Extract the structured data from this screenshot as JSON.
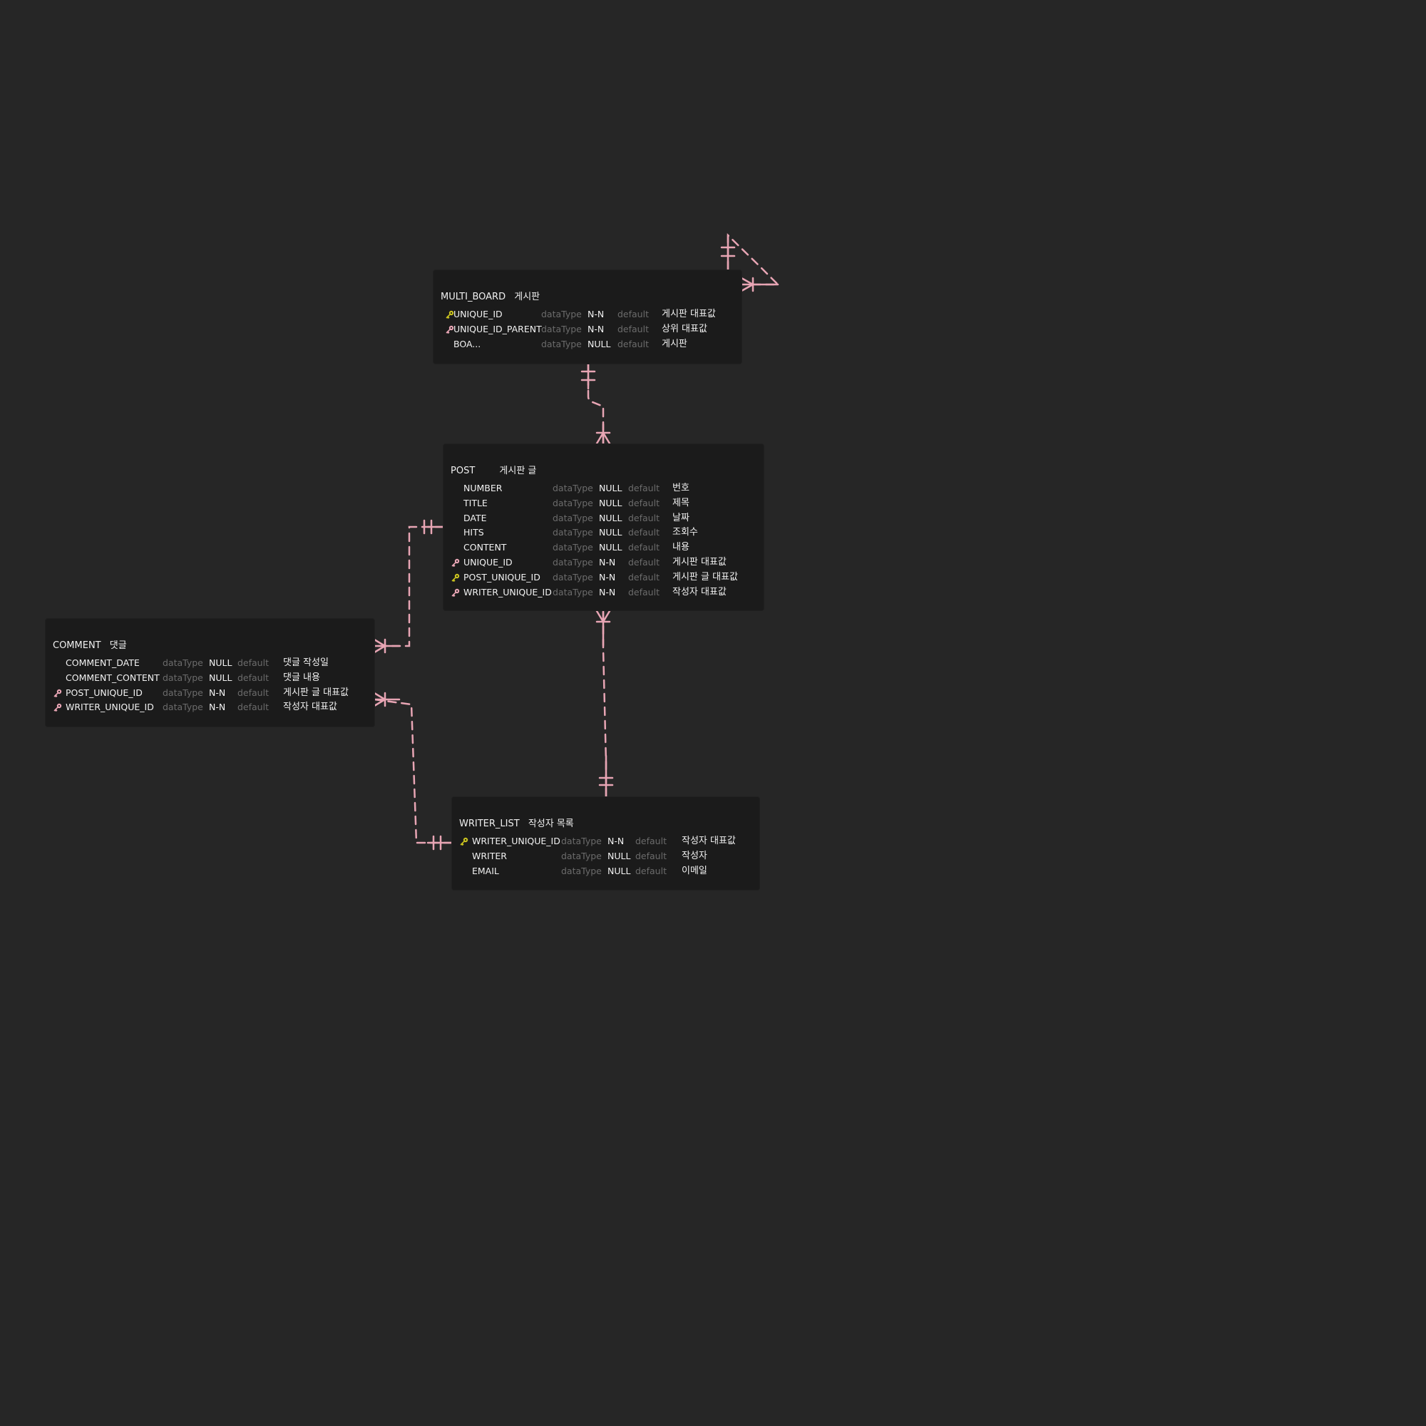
{
  "colors": {
    "background": "#262626",
    "table_bg": "#1b1b1b",
    "relation": "#e8a5b4",
    "pk_key": "#c9c21f",
    "fk_key": "#e8a5b4"
  },
  "tables": {
    "multi_board": {
      "name": "MULTI_BOARD",
      "comment": "게시판",
      "columns": [
        {
          "key": "pk",
          "name": "UNIQUE_ID",
          "type": "dataType",
          "nullable": "N-N",
          "default": "default",
          "comment": "게시판 대표값"
        },
        {
          "key": "fk",
          "name": "UNIQUE_ID_PARENT",
          "type": "dataType",
          "nullable": "N-N",
          "default": "default",
          "comment": "상위 대표값"
        },
        {
          "key": "",
          "name": "BOA...",
          "type": "dataType",
          "nullable": "NULL",
          "default": "default",
          "comment": "게시판"
        }
      ]
    },
    "post": {
      "name": "POST",
      "comment": "게시판 글",
      "columns": [
        {
          "key": "",
          "name": "NUMBER",
          "type": "dataType",
          "nullable": "NULL",
          "default": "default",
          "comment": "번호"
        },
        {
          "key": "",
          "name": "TITLE",
          "type": "dataType",
          "nullable": "NULL",
          "default": "default",
          "comment": "제목"
        },
        {
          "key": "",
          "name": "DATE",
          "type": "dataType",
          "nullable": "NULL",
          "default": "default",
          "comment": "날짜"
        },
        {
          "key": "",
          "name": "HITS",
          "type": "dataType",
          "nullable": "NULL",
          "default": "default",
          "comment": "조회수"
        },
        {
          "key": "",
          "name": "CONTENT",
          "type": "dataType",
          "nullable": "NULL",
          "default": "default",
          "comment": "내용"
        },
        {
          "key": "fk",
          "name": "UNIQUE_ID",
          "type": "dataType",
          "nullable": "N-N",
          "default": "default",
          "comment": "게시판 대표값"
        },
        {
          "key": "pk",
          "name": "POST_UNIQUE_ID",
          "type": "dataType",
          "nullable": "N-N",
          "default": "default",
          "comment": "게시판 글 대표값"
        },
        {
          "key": "fk",
          "name": "WRITER_UNIQUE_ID",
          "type": "dataType",
          "nullable": "N-N",
          "default": "default",
          "comment": "작성자 대표값"
        }
      ]
    },
    "comment": {
      "name": "COMMENT",
      "comment": "댓글",
      "columns": [
        {
          "key": "",
          "name": "COMMENT_DATE",
          "type": "dataType",
          "nullable": "NULL",
          "default": "default",
          "comment": "댓글 작성일"
        },
        {
          "key": "",
          "name": "COMMENT_CONTENT",
          "type": "dataType",
          "nullable": "NULL",
          "default": "default",
          "comment": "댓글 내용"
        },
        {
          "key": "fk",
          "name": "POST_UNIQUE_ID",
          "type": "dataType",
          "nullable": "N-N",
          "default": "default",
          "comment": "게시판 글 대표값"
        },
        {
          "key": "fk",
          "name": "WRITER_UNIQUE_ID",
          "type": "dataType",
          "nullable": "N-N",
          "default": "default",
          "comment": "작성자 대표값"
        }
      ]
    },
    "writer_list": {
      "name": "WRITER_LIST",
      "comment": "작성자 목록",
      "columns": [
        {
          "key": "pk",
          "name": "WRITER_UNIQUE_ID",
          "type": "dataType",
          "nullable": "N-N",
          "default": "default",
          "comment": "작성자 대표값"
        },
        {
          "key": "",
          "name": "WRITER",
          "type": "dataType",
          "nullable": "NULL",
          "default": "default",
          "comment": "작성자"
        },
        {
          "key": "",
          "name": "EMAIL",
          "type": "dataType",
          "nullable": "NULL",
          "default": "default",
          "comment": "이메일"
        }
      ]
    }
  },
  "relationships": [
    {
      "from": "MULTI_BOARD",
      "to": "MULTI_BOARD",
      "from_card": "one-and-only-one",
      "to_card": "one-or-many",
      "style": "dashed"
    },
    {
      "from": "MULTI_BOARD",
      "to": "POST",
      "from_card": "one-and-only-one",
      "to_card": "one-or-many",
      "style": "dashed"
    },
    {
      "from": "POST",
      "to": "COMMENT",
      "from_card": "one-and-only-one",
      "to_card": "one-or-many",
      "style": "dashed"
    },
    {
      "from": "WRITER_LIST",
      "to": "POST",
      "from_card": "one-and-only-one",
      "to_card": "one-or-many",
      "style": "dashed"
    },
    {
      "from": "WRITER_LIST",
      "to": "COMMENT",
      "from_card": "one-and-only-one",
      "to_card": "one-or-many",
      "style": "dashed"
    }
  ]
}
